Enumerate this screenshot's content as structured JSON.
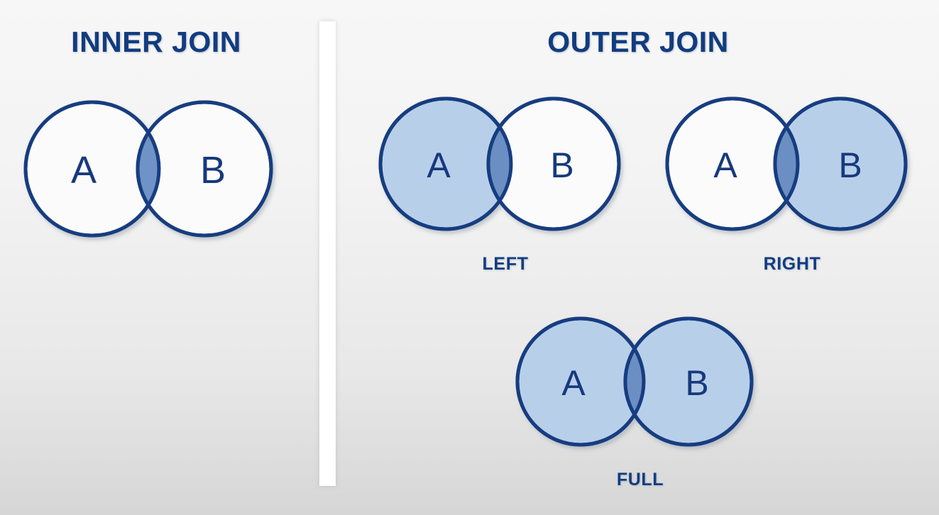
{
  "page": {
    "background_top_color": "#f7f7f7",
    "background_bottom_color": "#d6d6d6",
    "divider_color": "#ffffff"
  },
  "palette": {
    "stroke": "#173d80",
    "text": "#123c80",
    "fill_empty": "#fbfbfb",
    "fill_set": "#b8cfea",
    "fill_overlap": "#6f93c6",
    "fill_overlap_dark": "#6b8fc3"
  },
  "headings": {
    "inner": "INNER JOIN",
    "outer": "OUTER JOIN"
  },
  "diagrams": [
    {
      "id": "inner-join",
      "sublabel": "",
      "left_label": "A",
      "right_label": "B",
      "left_filled": false,
      "right_filled": false,
      "overlap_filled": true
    },
    {
      "id": "left-join",
      "sublabel": "LEFT",
      "left_label": "A",
      "right_label": "B",
      "left_filled": true,
      "right_filled": false,
      "overlap_filled": true
    },
    {
      "id": "right-join",
      "sublabel": "RIGHT",
      "left_label": "A",
      "right_label": "B",
      "left_filled": false,
      "right_filled": true,
      "overlap_filled": true
    },
    {
      "id": "full-join",
      "sublabel": "FULL",
      "left_label": "A",
      "right_label": "B",
      "left_filled": true,
      "right_filled": true,
      "overlap_filled": true
    }
  ]
}
